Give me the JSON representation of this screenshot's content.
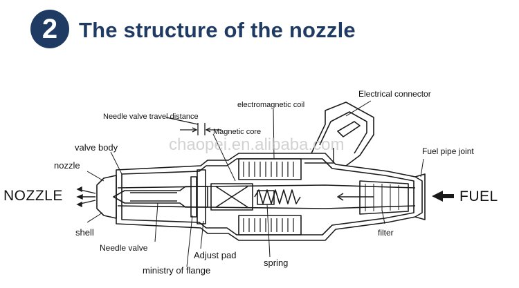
{
  "header": {
    "step_number": "2",
    "title": "The structure of the nozzle"
  },
  "watermark": "chaopei.en.alibaba.com",
  "labels": {
    "electrical_connector": "Electrical connector",
    "electromagnetic_coil": "electromagnetic coil",
    "needle_valve_travel_distance": "Needle valve travel distance",
    "magnetic_core": "Magnetic core",
    "valve_body": "valve body",
    "nozzle": "nozzle",
    "fuel_pipe_joint": "Fuel pipe joint",
    "nozzle_big": "NOZZLE",
    "fuel_big": "FUEL",
    "shell": "shell",
    "filter": "filter",
    "needle_valve": "Needle valve",
    "adjust_pad": "Adjust pad",
    "spring": "spring",
    "ministry_of_flange": "ministry of flange"
  },
  "colors": {
    "brand": "#1f3b63",
    "line": "#1a1a1a",
    "text": "#111111"
  }
}
